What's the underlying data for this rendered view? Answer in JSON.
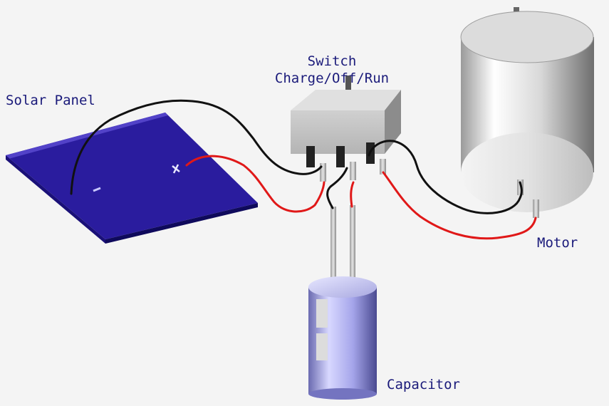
{
  "labels": {
    "solar_panel": "Solar Panel",
    "switch_line1": "Switch",
    "switch_line2": "Charge/Off/Run",
    "motor": "Motor",
    "capacitor": "Capacitor"
  },
  "panel_marks": {
    "negative": "-",
    "positive": "+"
  },
  "colors": {
    "background": "#f4f4f4",
    "label_text": "#1a1a7a",
    "panel": "#2a1c9e",
    "wire_negative": "#111111",
    "wire_positive": "#e01818",
    "switch_body": "#c8c8c8",
    "motor_body": "#d8d8d8",
    "capacitor_body": "#a8a8ec"
  }
}
